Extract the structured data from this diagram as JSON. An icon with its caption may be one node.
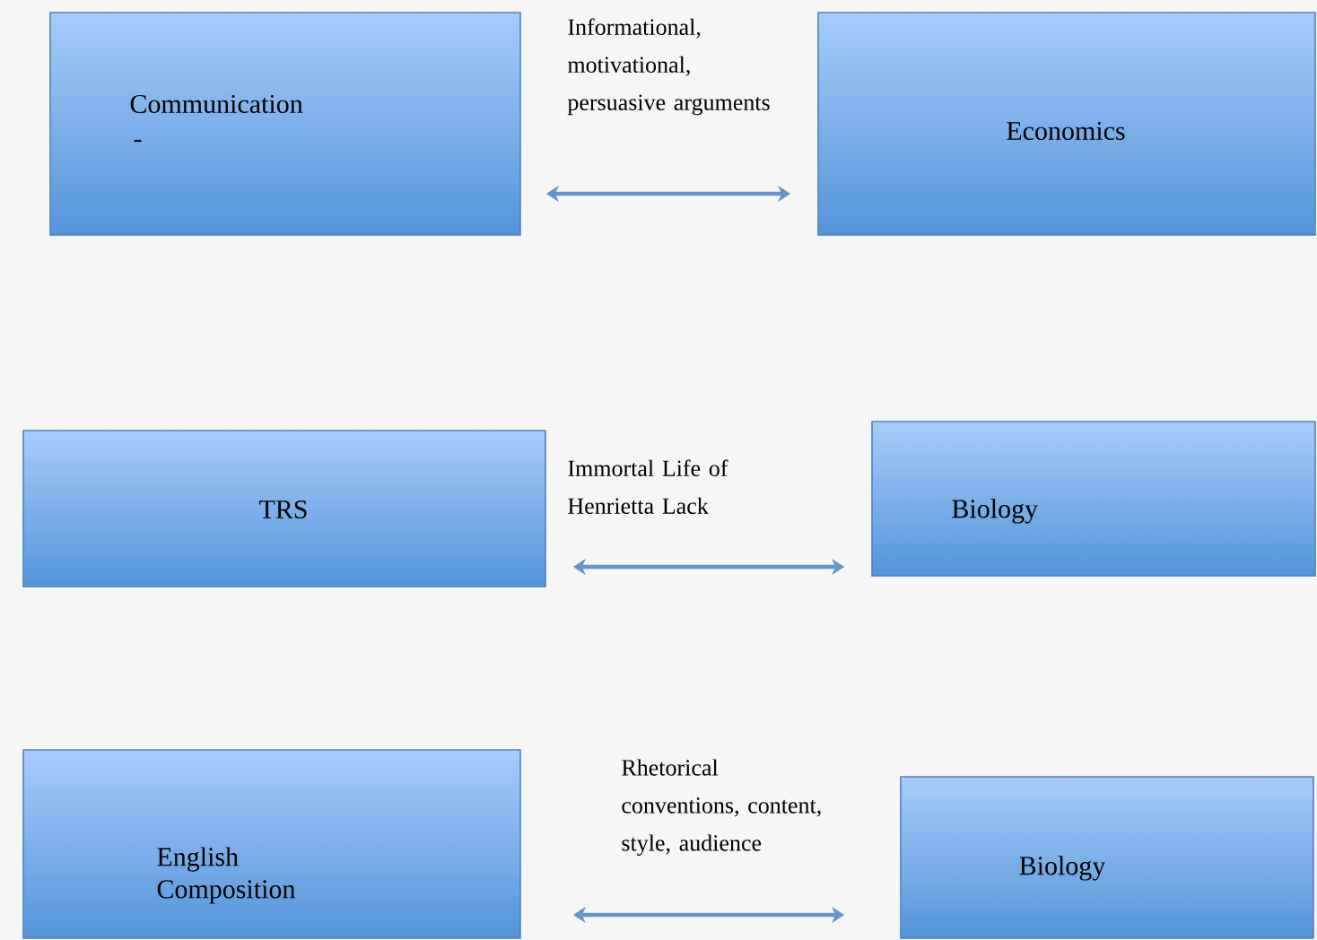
{
  "diagram": {
    "nodes": [
      {
        "text": [
          "Communication",
          "-"
        ]
      },
      {
        "text": [
          "Economics"
        ]
      },
      {
        "text": [
          "TRS"
        ]
      },
      {
        "text": [
          "Biology"
        ]
      },
      {
        "text": [
          "English Composition"
        ]
      },
      {
        "text": [
          "Biology"
        ]
      }
    ],
    "edges": [
      {
        "from": 0,
        "to": 1,
        "arrow": "both",
        "label": "Informational, motivational, persuasive arguments"
      },
      {
        "from": 2,
        "to": 3,
        "arrow": "both",
        "label": "Immortal Life of Henrietta Lack"
      },
      {
        "from": 4,
        "to": 5,
        "arrow": "both",
        "label": "Rhetorical conventions, content, style, audience"
      }
    ]
  }
}
